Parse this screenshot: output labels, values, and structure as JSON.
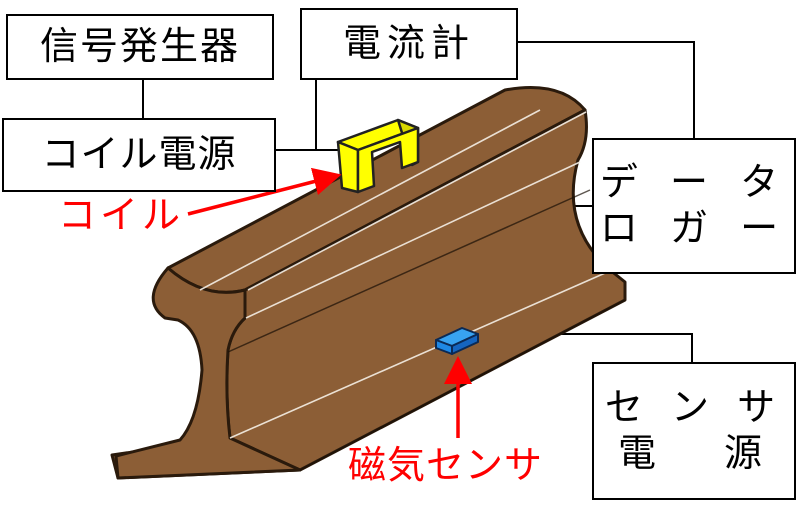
{
  "boxes": {
    "signal_generator": "信号発生器",
    "ammeter": "電流計",
    "coil_power": "コイル電源",
    "data_logger": [
      "デ ー タ",
      "ロ ガ ー"
    ],
    "sensor_power": [
      "セ ン サ",
      "電 源"
    ]
  },
  "callouts": {
    "coil": "コイル",
    "magnetic_sensor": "磁気センサ"
  },
  "colors": {
    "rail": "#8c5e36",
    "rail_edge": "#2a1a0c",
    "coil": "#ffff00",
    "sensor": "#1e88e5",
    "arrow": "#ff0000",
    "line": "#000000"
  }
}
